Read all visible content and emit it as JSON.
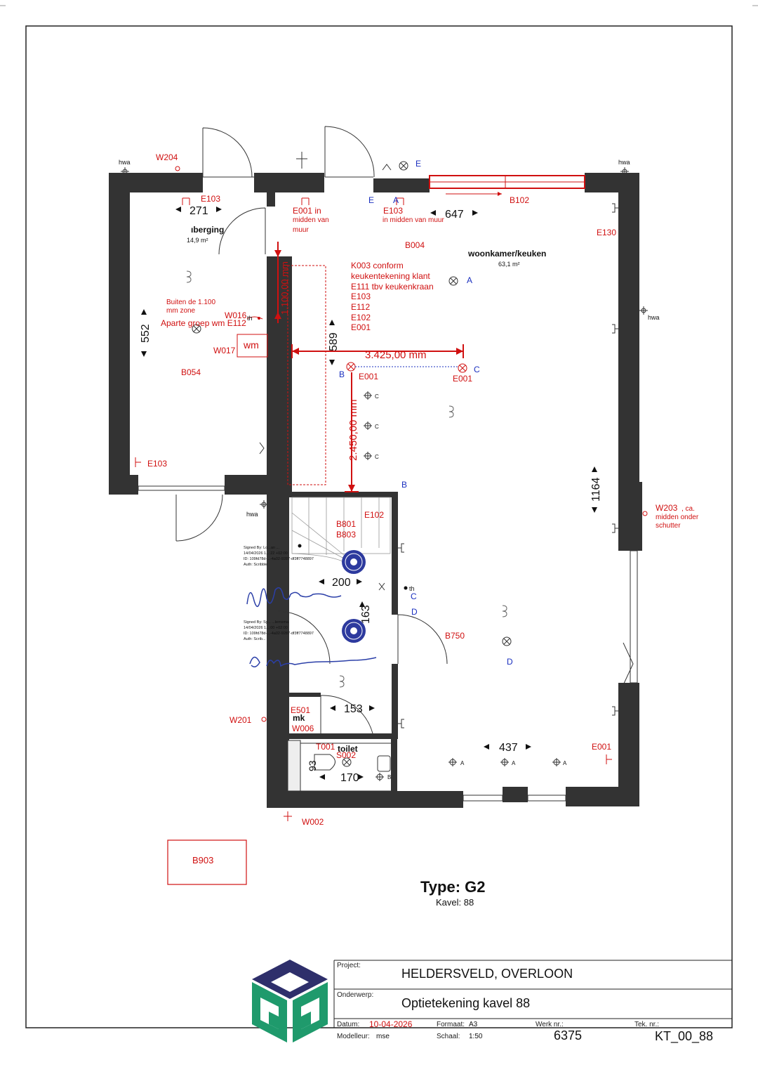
{
  "rooms": {
    "berging": {
      "name": "ıberging",
      "area": "14,9 m²"
    },
    "woonkamer": {
      "name": "woonkamer/keuken",
      "area": "63,1 m²"
    },
    "mk": "mk",
    "toilet": "toilet"
  },
  "hwa": "hwa",
  "wm": "wm",
  "dims": {
    "d271": "271",
    "d647": "647",
    "d552": "552",
    "d589": "589",
    "d1164": "1164",
    "d200": "200",
    "d163": "163",
    "d153": "153",
    "d437": "437",
    "d93": "93",
    "d170": "170"
  },
  "red_dims": {
    "h3425": "3.425,00 mm",
    "v2450": "2.450,00 mm",
    "v1100": "1.100,00 mm"
  },
  "codes": {
    "W204": "W204",
    "E103a": "E103",
    "E001a": "E001 in",
    "E001a2": "midden van",
    "E001a3": "muur",
    "E103b": "E103",
    "E103b2": "in midden van muur",
    "B102": "B102",
    "E130": "E130",
    "B004": "B004",
    "K003": "K003 conform",
    "K003b": "keukentekening klant",
    "E111": "E111 tbv keukenkraan",
    "E103c": "E103",
    "E112a": "E112",
    "E102a": "E102",
    "E001b": "E001",
    "buiten1": "Buiten de 1.100",
    "buiten2": "mm zone",
    "W016": "W016",
    "apart": "Aparte groep wm E112",
    "W017": "W017",
    "B054": "B054",
    "E001c": "E001",
    "E001d": "E001",
    "E103d": "E103",
    "E102b": "E102",
    "B801": "B801",
    "B803": "B803",
    "W203": "W203",
    "W203b": ", ca.",
    "W203c": "midden onder",
    "W203d": "schutter",
    "B750": "B750",
    "E501": "E501",
    "W006": "W006",
    "W201": "W201",
    "T001": "T001",
    "S002": "S002",
    "E001e": "E001",
    "W002": "W002",
    "B903": "B903"
  },
  "letters": {
    "E": "E",
    "A": "A",
    "B": "B",
    "C": "C",
    "D": "D",
    "th": "th"
  },
  "signatures": [
    {
      "l1": "Signed By: Lo...an ...",
      "l2": "14/04/2026 1...:22 +02:00",
      "l3": "ID: 109fd78d-...-4a02-9287-df3ff7748897",
      "l4": "Auth: Scribble"
    },
    {
      "l1": "Signed By: Sy... ...lemsma",
      "l2": "14/04/2026 1...:00 +02:00",
      "l3": "ID: 109fd78d-...-4a02-9287-df3ff7748897",
      "l4": "Auth: Scrib..."
    }
  ],
  "title": {
    "type": "Type: G2",
    "kavel": "Kavel: 88"
  },
  "titleblock": {
    "project_label": "Project:",
    "project": "HELDERSVELD, OVERLOON",
    "onderwerp_label": "Onderwerp:",
    "onderwerp": "Optietekening kavel 88",
    "datum_label": "Datum:",
    "datum": "10-04-2026",
    "formaat_label": "Formaat:",
    "formaat": "A3",
    "werk_label": "Werk nr.:",
    "werk": "6375",
    "tek_label": "Tek. nr.:",
    "tek": "KT_00_88",
    "modelleur_label": "Modelleur:",
    "modelleur": "mse",
    "schaal_label": "Schaal:",
    "schaal": "1:50"
  },
  "colors": {
    "annotation": "#d01010",
    "wall": "#333333",
    "logo_navy": "#2e2f6b",
    "logo_green": "#1f9a6c"
  }
}
